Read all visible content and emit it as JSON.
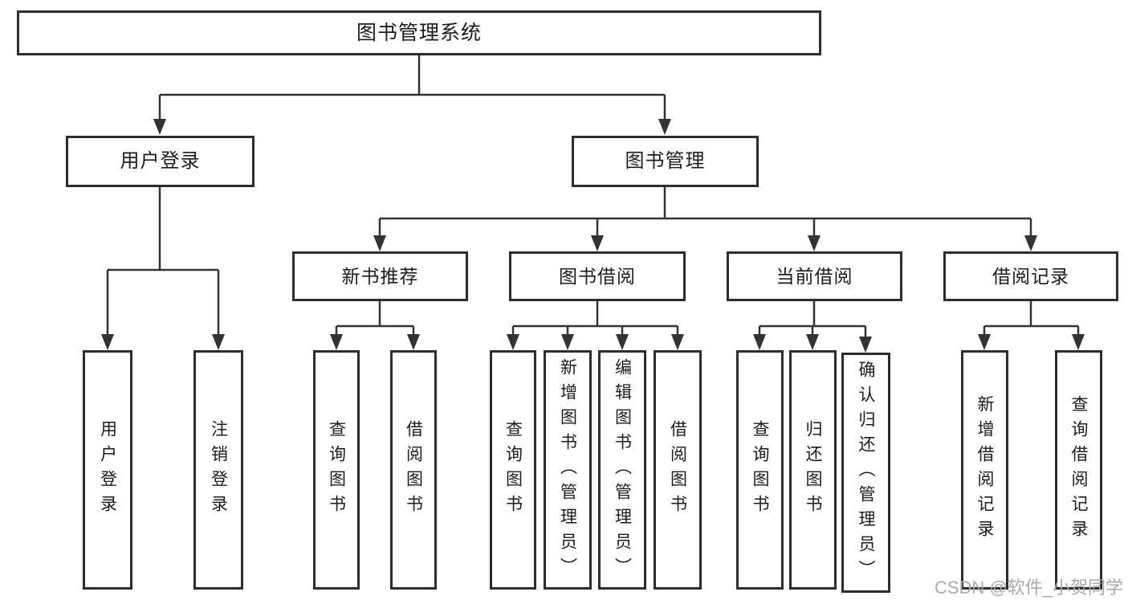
{
  "tree": {
    "root": "图书管理系统",
    "branches": [
      {
        "label": "用户登录",
        "children": [
          {
            "label": "用户登录"
          },
          {
            "label": "注销登录"
          }
        ]
      },
      {
        "label": "图书管理",
        "children": [
          {
            "label": "新书推荐",
            "children": [
              {
                "label": "查询图书"
              },
              {
                "label": "借阅图书"
              }
            ]
          },
          {
            "label": "图书借阅",
            "children": [
              {
                "label": "查询图书"
              },
              {
                "label": "新增图书（管理员）"
              },
              {
                "label": "编辑图书（管理员）"
              },
              {
                "label": "借阅图书"
              }
            ]
          },
          {
            "label": "当前借阅",
            "children": [
              {
                "label": "查询图书"
              },
              {
                "label": "归还图书"
              },
              {
                "label": "确认归还（管理员）"
              }
            ]
          },
          {
            "label": "借阅记录",
            "children": [
              {
                "label": "新增借阅记录"
              },
              {
                "label": "查询借阅记录"
              }
            ]
          }
        ]
      }
    ]
  },
  "watermark": "CSDN @软件_小贺同学",
  "colors": {
    "line": "#333333",
    "box_border": "#2d2d2d",
    "text": "#1c1c1c",
    "watermark": "#a9a9ad",
    "background": "#ffffff"
  }
}
